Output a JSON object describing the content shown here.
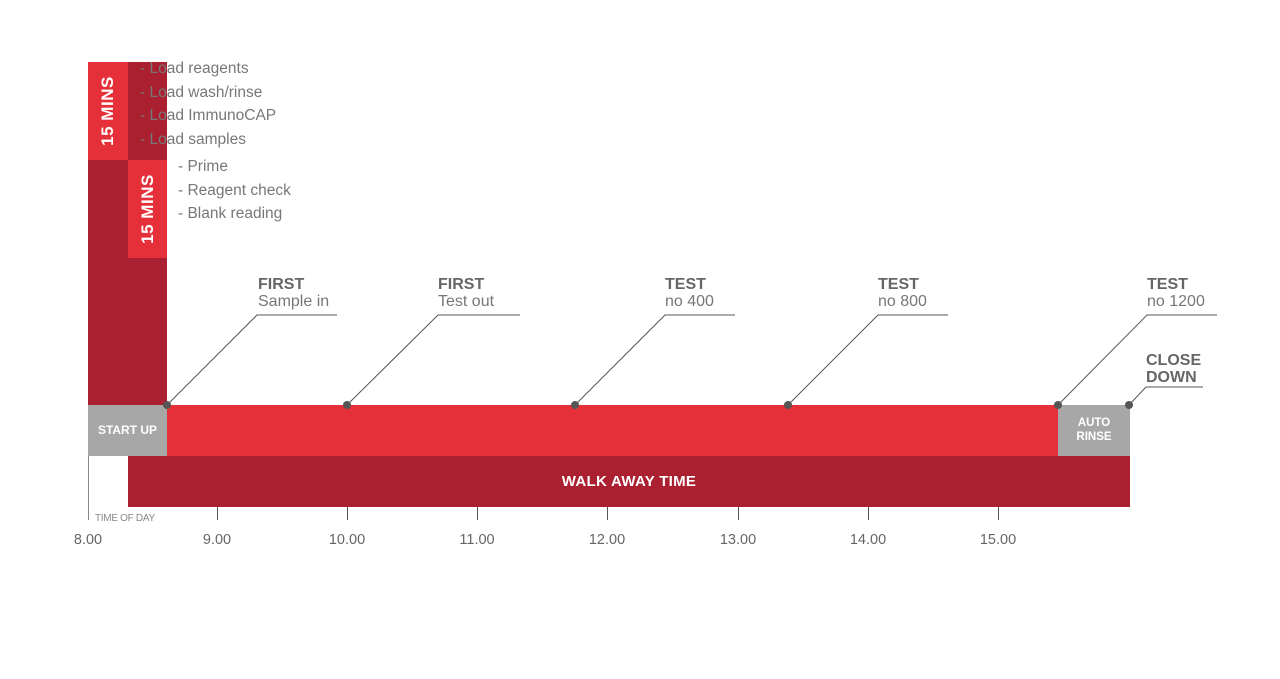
{
  "phase1": {
    "duration": "15 MINS",
    "tasks": [
      "- Load reagents",
      "- Load wash/rinse",
      "- Load ImmunoCAP",
      "- Load samples"
    ]
  },
  "phase2": {
    "duration": "15 MINS",
    "tasks": [
      "- Prime",
      "- Reagent check",
      "- Blank reading"
    ]
  },
  "timeline": {
    "start_up": "START UP",
    "auto_rinse_line1": "AUTO",
    "auto_rinse_line2": "RINSE",
    "walk_away": "WALK AWAY TIME",
    "time_of_day": "TIME OF DAY"
  },
  "milestones": [
    {
      "title": "FIRST",
      "subtitle": "Sample in"
    },
    {
      "title": "FIRST",
      "subtitle": "Test out"
    },
    {
      "title": "TEST",
      "subtitle": "no 400"
    },
    {
      "title": "TEST",
      "subtitle": "no 800"
    },
    {
      "title": "TEST",
      "subtitle": "no 1200"
    }
  ],
  "close_down": {
    "line1": "CLOSE",
    "line2": "DOWN"
  },
  "axis_ticks": [
    "8.00",
    "9.00",
    "10.00",
    "11.00",
    "12.00",
    "13.00",
    "14.00",
    "15.00"
  ],
  "colors": {
    "bright_red": "#e5303a",
    "dark_red": "#ab2030",
    "gray": "#a7a7a7",
    "text_gray": "#777777",
    "line_gray": "#555555"
  }
}
